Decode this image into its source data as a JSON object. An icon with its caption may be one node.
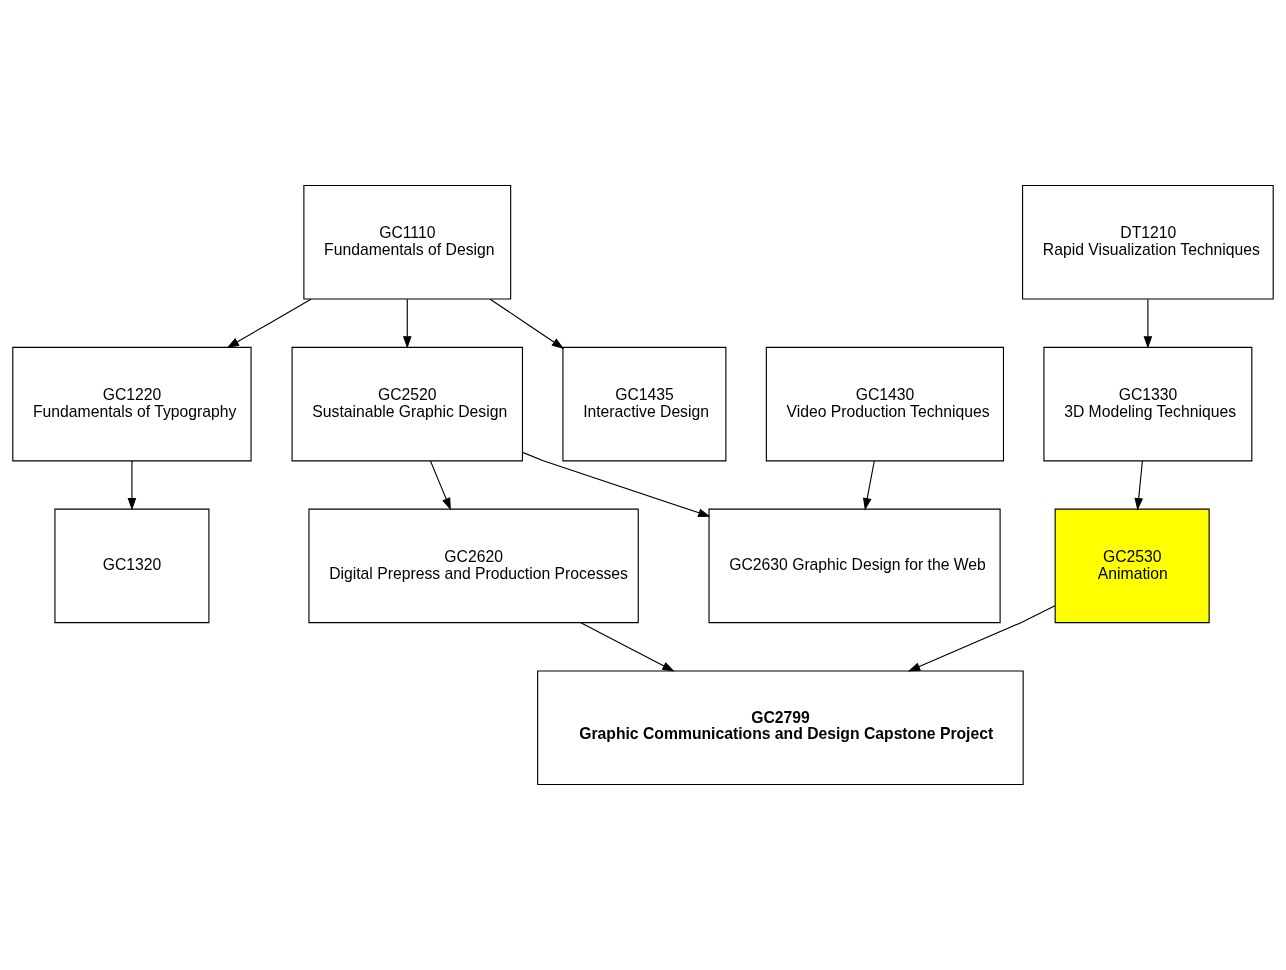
{
  "diagram": {
    "nodes": [
      {
        "text": [
          "GC1110",
          "Fundamentals of Design"
        ]
      },
      {
        "text": [
          "GC1220",
          "Fundamentals of Typography"
        ]
      },
      {
        "text": [
          "GC2520",
          "Sustainable Graphic Design"
        ]
      },
      {
        "text": [
          "GC1430",
          "Video Production Techniques"
        ]
      },
      {
        "text": [
          "DT1210",
          "Rapid Visualization Techniques"
        ]
      },
      {
        "text": [
          "GC1330",
          "3D Modeling Techniques"
        ]
      },
      {
        "text": [
          "GC1435",
          "Interactive Design"
        ]
      },
      {
        "text": [
          "GC1320"
        ]
      },
      {
        "text": [
          "GC2620",
          "Digital Prepress and Production Processes"
        ]
      },
      {
        "text": [
          "GC2630 Graphic Design for the Web"
        ]
      },
      {
        "text": [
          "GC2530",
          "Animation"
        ]
      },
      {
        "text": [
          "GC2799",
          "Graphic Communications and Design Capstone Project"
        ]
      }
    ],
    "edges": [
      {
        "from": 0,
        "to": 6,
        "arrow": "to"
      },
      {
        "from": 0,
        "to": 1,
        "arrow": "to"
      },
      {
        "from": 0,
        "to": 2,
        "arrow": "to"
      },
      {
        "from": 1,
        "to": 7,
        "arrow": "to"
      },
      {
        "from": 2,
        "to": 8,
        "arrow": "to"
      },
      {
        "from": 2,
        "to": 9,
        "arrow": "to"
      },
      {
        "from": 3,
        "to": 9,
        "arrow": "to"
      },
      {
        "from": 4,
        "to": 5,
        "arrow": "to"
      },
      {
        "from": 5,
        "to": 10,
        "arrow": "to"
      },
      {
        "from": 8,
        "to": 11,
        "arrow": "to"
      },
      {
        "from": 10,
        "to": 11,
        "arrow": "to"
      }
    ]
  }
}
